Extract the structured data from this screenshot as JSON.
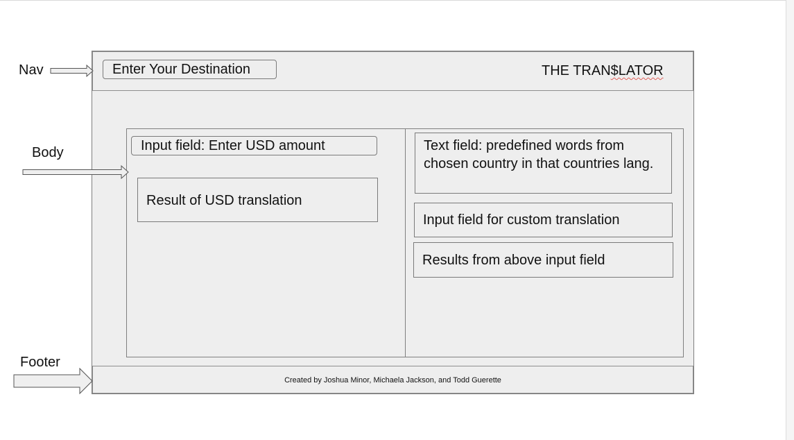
{
  "annotations": {
    "nav": "Nav",
    "body": "Body",
    "footer": "Footer"
  },
  "nav": {
    "destination_button": "Enter Your Destination",
    "title": "THE TRAN$LATOR"
  },
  "left_column": {
    "usd_input": "Input field: Enter USD amount",
    "usd_result": "Result of USD translation"
  },
  "right_column": {
    "predefined_words": "Text field: predefined words from chosen country in that countries lang.",
    "custom_input": "Input field for custom translation",
    "custom_result": "Results from above input field"
  },
  "footer": {
    "credit": "Created by Joshua Minor, Michaela Jackson, and Todd Guerette"
  }
}
